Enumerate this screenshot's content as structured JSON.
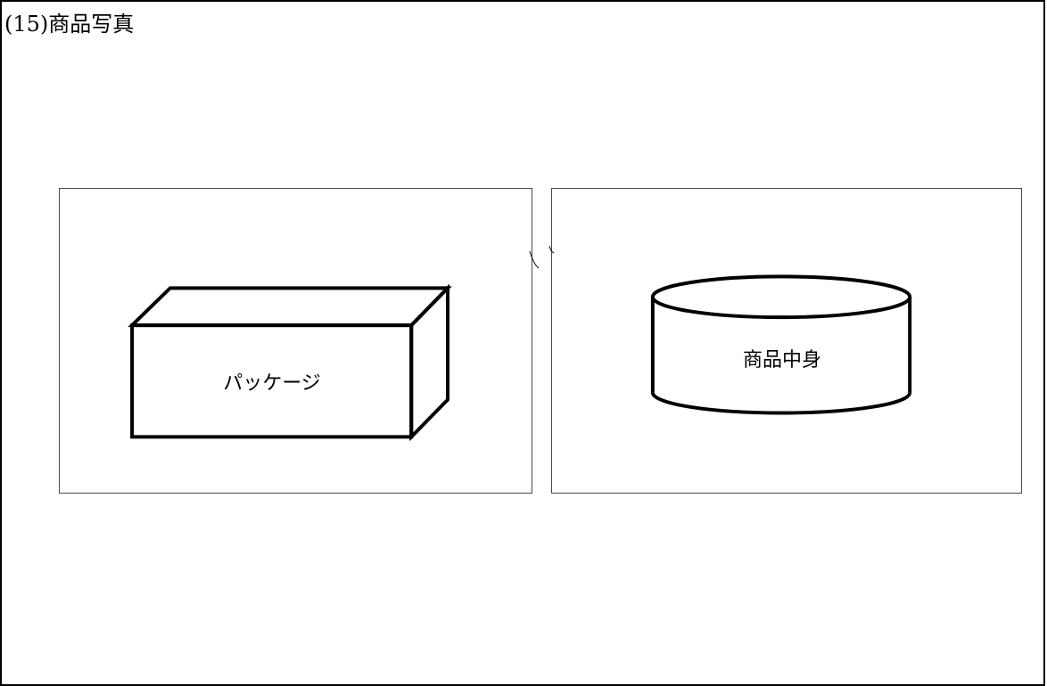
{
  "section": {
    "title": "(15)商品写真"
  },
  "photos": {
    "package_label": "パッケージ",
    "contents_label": "商品中身"
  },
  "shapes": {
    "package_shape": "box-outline",
    "contents_shape": "cylinder-outline"
  },
  "colors": {
    "ink": "#000000",
    "panel_border": "#4a4a4a",
    "background": "#ffffff"
  }
}
